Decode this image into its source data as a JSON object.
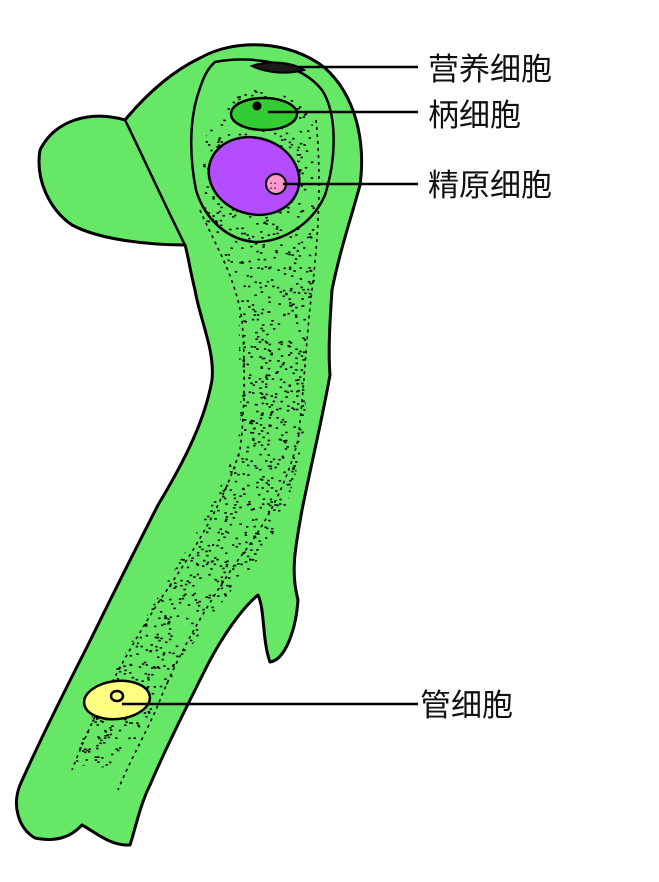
{
  "labels": {
    "nutritive_cell": "营养细胞",
    "stalk_cell": "柄细胞",
    "spermatogenous_cell": "精原细胞",
    "tube_cell": "管细胞"
  },
  "colors": {
    "tube": "#66e866",
    "outline": "#000000",
    "stalk_cell": "#33cc33",
    "spermatogenous_cell": "#b34dff",
    "tube_cell": "#ffff80",
    "nucleus_spot": "#ff99cc"
  }
}
